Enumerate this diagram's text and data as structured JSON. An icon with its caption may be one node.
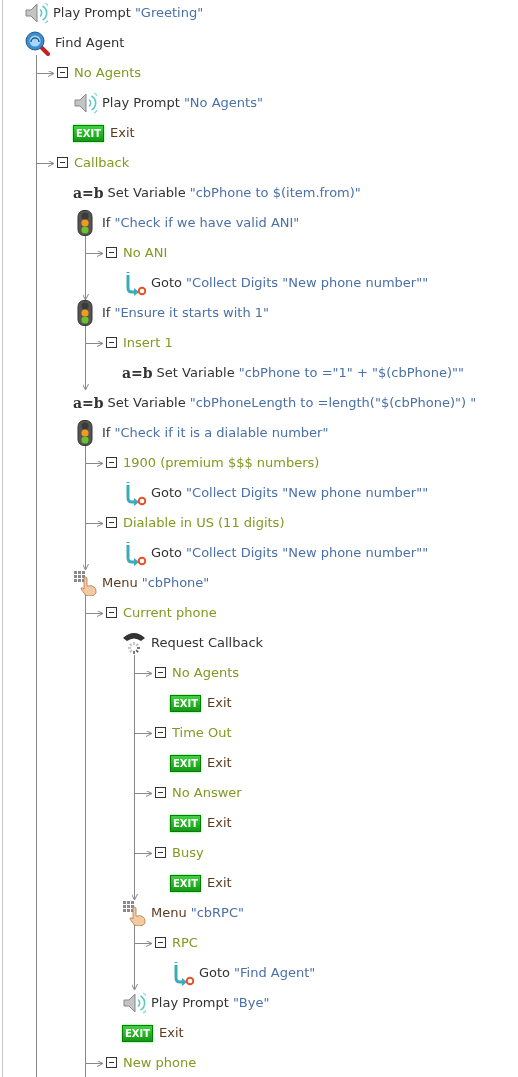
{
  "diagram": {
    "nodes": [
      {
        "text": [
          "Play Prompt",
          "\"Greeting\""
        ]
      },
      {
        "text": [
          "Find Agent"
        ]
      },
      {
        "text": [
          "No Agents"
        ]
      },
      {
        "text": [
          "Play Prompt",
          "\"No Agents\""
        ]
      },
      {
        "text": [
          "EXIT",
          "Exit"
        ]
      },
      {
        "text": [
          "Callback"
        ]
      },
      {
        "text": [
          "a=b",
          "Set Variable",
          "\"cbPhone to $(item.from)\""
        ]
      },
      {
        "text": [
          "If",
          "\"Check if we have valid ANI\""
        ]
      },
      {
        "text": [
          "No ANI"
        ]
      },
      {
        "text": [
          "Goto",
          "\"Collect Digits \"New phone number\"\""
        ]
      },
      {
        "text": [
          "If",
          "\"Ensure it starts with 1\""
        ]
      },
      {
        "text": [
          "Insert 1"
        ]
      },
      {
        "text": [
          "a=b",
          "Set Variable",
          "\"cbPhone to =\"1\" + \"$(cbPhone)\"\""
        ]
      },
      {
        "text": [
          "a=b",
          "Set Variable",
          "\"cbPhoneLength to =length(\"$(cbPhone)\") \""
        ]
      },
      {
        "text": [
          "If",
          "\"Check if it is a dialable number\""
        ]
      },
      {
        "text": [
          "1900 (premium $$$ numbers)"
        ]
      },
      {
        "text": [
          "Goto",
          "\"Collect Digits \"New phone number\"\""
        ]
      },
      {
        "text": [
          "Dialable in US (11 digits)"
        ]
      },
      {
        "text": [
          "Goto",
          "\"Collect Digits \"New phone number\"\""
        ]
      },
      {
        "text": [
          "Menu",
          "\"cbPhone\""
        ]
      },
      {
        "text": [
          "Current phone"
        ]
      },
      {
        "text": [
          "Request Callback"
        ]
      },
      {
        "text": [
          "No Agents"
        ]
      },
      {
        "text": [
          "EXIT",
          "Exit"
        ]
      },
      {
        "text": [
          "Time Out"
        ]
      },
      {
        "text": [
          "EXIT",
          "Exit"
        ]
      },
      {
        "text": [
          "No Answer"
        ]
      },
      {
        "text": [
          "EXIT",
          "Exit"
        ]
      },
      {
        "text": [
          "Busy"
        ]
      },
      {
        "text": [
          "EXIT",
          "Exit"
        ]
      },
      {
        "text": [
          "Menu",
          "\"cbRPC\""
        ]
      },
      {
        "text": [
          "RPC"
        ]
      },
      {
        "text": [
          "Goto",
          "\"Find Agent\""
        ]
      },
      {
        "text": [
          "Play Prompt",
          "\"Bye\""
        ]
      },
      {
        "text": [
          "EXIT",
          "Exit"
        ]
      },
      {
        "text": [
          "New phone"
        ]
      }
    ],
    "edges": [
      {
        "from": 1,
        "to": 2,
        "arrow": "to"
      },
      {
        "from": 1,
        "to": 5,
        "arrow": "to"
      },
      {
        "from": 1,
        "to": null,
        "arrow": "none"
      },
      {
        "from": 7,
        "to": 8,
        "arrow": "to"
      },
      {
        "from": 7,
        "to": 10,
        "arrow": "to"
      },
      {
        "from": 10,
        "to": 11,
        "arrow": "to"
      },
      {
        "from": 10,
        "to": 13,
        "arrow": "to"
      },
      {
        "from": 14,
        "to": 15,
        "arrow": "to"
      },
      {
        "from": 14,
        "to": 17,
        "arrow": "to"
      },
      {
        "from": 14,
        "to": 19,
        "arrow": "to"
      },
      {
        "from": 19,
        "to": 20,
        "arrow": "to"
      },
      {
        "from": 19,
        "to": 35,
        "arrow": "to"
      },
      {
        "from": 19,
        "to": null,
        "arrow": "none"
      },
      {
        "from": 21,
        "to": 22,
        "arrow": "to"
      },
      {
        "from": 21,
        "to": 24,
        "arrow": "to"
      },
      {
        "from": 21,
        "to": 26,
        "arrow": "to"
      },
      {
        "from": 21,
        "to": 28,
        "arrow": "to"
      },
      {
        "from": 21,
        "to": 30,
        "arrow": "to"
      },
      {
        "from": 30,
        "to": 31,
        "arrow": "to"
      },
      {
        "from": 30,
        "to": 33,
        "arrow": "to"
      }
    ]
  }
}
